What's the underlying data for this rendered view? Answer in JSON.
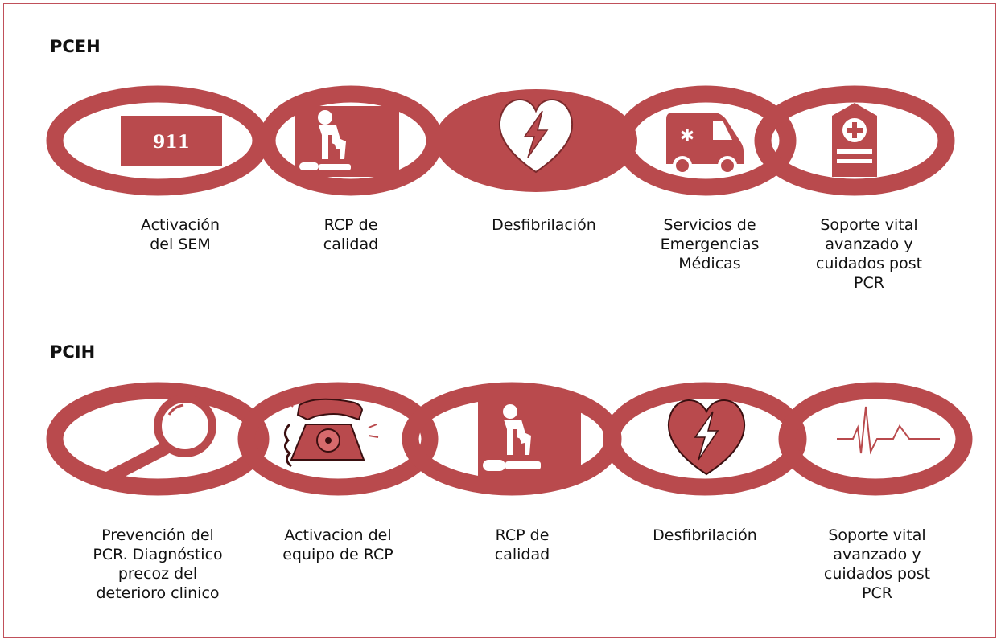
{
  "colors": {
    "ring": "#b94a4d",
    "white": "#ffffff"
  },
  "pceh": {
    "title": "PCEH",
    "links": [
      {
        "icon": "phone-911-icon",
        "badge": "911",
        "label": "Activación\ndel SEM"
      },
      {
        "icon": "cpr-icon",
        "label": "RCP de\ncalidad"
      },
      {
        "icon": "heart-defibrillator-icon",
        "label": "Desfibrilación"
      },
      {
        "icon": "ambulance-icon",
        "label": "Servicios de\nEmergencias\nMédicas"
      },
      {
        "icon": "hospital-icon",
        "label": "Soporte vital\navanzado y\ncuidados post\nPCR"
      }
    ]
  },
  "pcih": {
    "title": "PCIH",
    "links": [
      {
        "icon": "magnifier-icon",
        "label": "Prevención del\nPCR. Diagnóstico\nprecoz del\ndeterioro clinico"
      },
      {
        "icon": "red-telephone-icon",
        "label": "Activacion del\nequipo de RCP"
      },
      {
        "icon": "cpr-icon",
        "label": "RCP de\ncalidad"
      },
      {
        "icon": "heart-defibrillator-icon",
        "label": "Desfibrilación"
      },
      {
        "icon": "ecg-trace-icon",
        "label": "Soporte vital\navanzado y\ncuidados post\nPCR"
      }
    ]
  }
}
